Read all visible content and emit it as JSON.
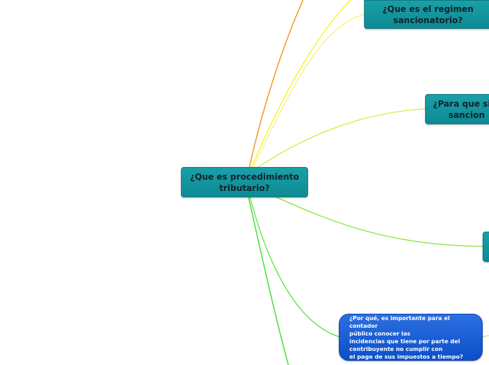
{
  "mindmap": {
    "central": {
      "label": "¿Que es procedimiento\ntributario?"
    },
    "branches": [
      {
        "label": "¿Que es el regimen\nsancionatorio?"
      },
      {
        "label": "¿Para que sirv\nsancion"
      },
      {
        "label": ""
      },
      {
        "label": "¿Por qué, es importante para el contador\npúblico conocer las\nincidencias que tiene por parte del\ncontribuyente no cumplir con\nel pago de sus impuestos a tiempo?"
      }
    ],
    "connector_colors": {
      "orange": "#f7941d",
      "yellow": "#f5f01e",
      "yellow_green": "#c8f23c",
      "lime": "#a9ee3a",
      "green": "#55e83c",
      "green_dark": "#46de3a"
    },
    "node_colors": {
      "teal": "#129099",
      "blue": "#1f5fd6"
    }
  }
}
